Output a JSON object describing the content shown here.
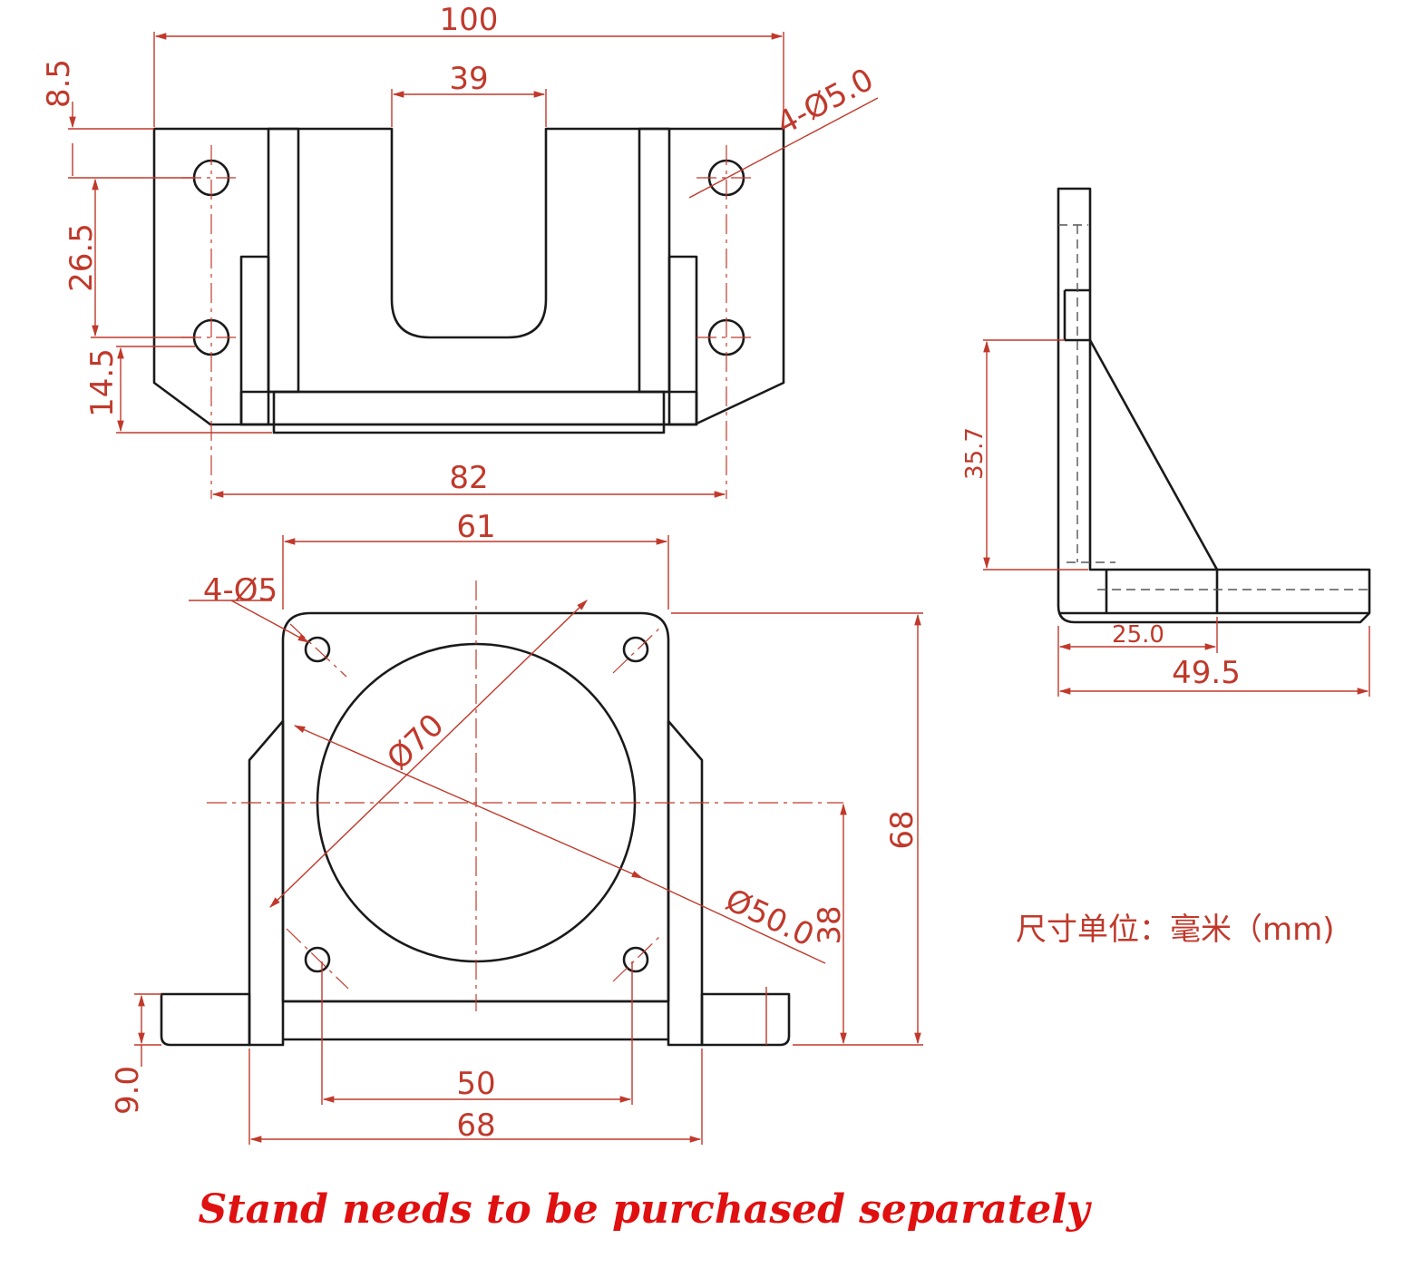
{
  "colors": {
    "outline": "#1a1a1a",
    "dimension": "#c0392b",
    "footer": "#e01010"
  },
  "top_view": {
    "width_overall": "100",
    "slot_width": "39",
    "hole_callout": "4-Ø5.0",
    "edge_offset": "8.5",
    "hole_spacing_vertical": "26.5",
    "bottom_offset": "14.5",
    "hole_spacing_horizontal": "82"
  },
  "front_view": {
    "hole_pattern_width": "61",
    "hole_callout": "4-Ø5",
    "outer_circle_dia": "Ø70",
    "bore_dia": "Ø50.0",
    "overall_height": "68",
    "center_height": "38",
    "base_thickness": "9.0",
    "inner_width": "50",
    "overall_width": "68"
  },
  "side_view": {
    "gusset_height": "35.7",
    "foot_inner": "25.0",
    "foot_length": "49.5"
  },
  "unit_note": "尺寸单位：毫米（mm)",
  "footer_note": "Stand needs to be purchased separately"
}
